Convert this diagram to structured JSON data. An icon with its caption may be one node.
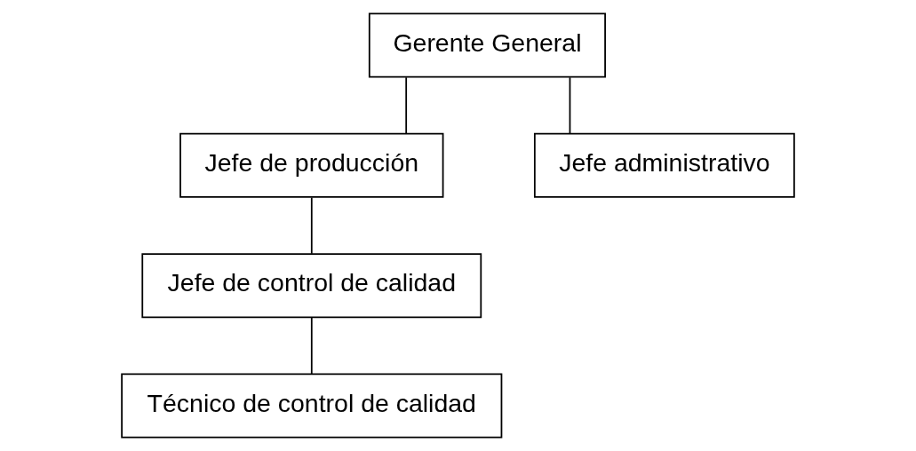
{
  "diagram": {
    "nodes": [
      {
        "text": [
          "Gerente General"
        ]
      },
      {
        "text": [
          "Jefe de producción"
        ]
      },
      {
        "text": [
          "Jefe administrativo"
        ]
      },
      {
        "text": [
          "Jefe de control de calidad"
        ]
      },
      {
        "text": [
          "Técnico de control de calidad"
        ]
      }
    ],
    "edges": [
      {
        "from": 0,
        "to": 1,
        "arrow": "none"
      },
      {
        "from": 0,
        "to": 2,
        "arrow": "none"
      },
      {
        "from": 1,
        "to": 3,
        "arrow": "none"
      },
      {
        "from": 3,
        "to": 4,
        "arrow": "none"
      }
    ]
  }
}
